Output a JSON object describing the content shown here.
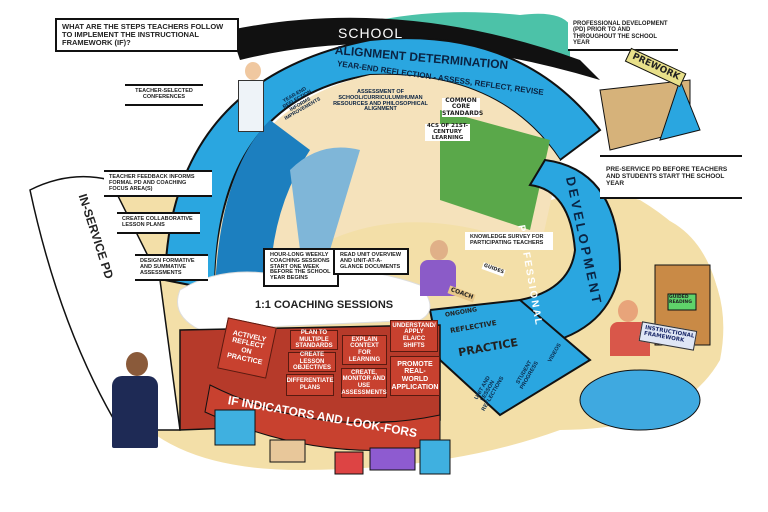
{
  "question": "WHAT ARE THE STEPS TEACHERS FOLLOW TO IMPLEMENT THE INSTRUCTIONAL FRAMEWORK (IF)?",
  "school": {
    "label": "SCHOOL",
    "title": "ALIGNMENT DETERMINATION",
    "subtitle": "YEAR-END REFLECTION - ASSESS, REFLECT, REVISE",
    "assessment": "ASSESSMENT OF SCHOOL/CURRICULUM/HUMAN RESOURCES AND PHILOSOPHICAL ALIGNMENT",
    "year_end": "YEAR-END REFLECTION INFORMS IMPROVEMENTS",
    "common_core": "COMMON CORE STANDARDS",
    "four_cs": "4Cs OF 21st-CENTURY LEARNING"
  },
  "professional_development": {
    "prior_note": "PROFESSIONAL DEVELOPMENT (PD) PRIOR TO AND THROUGHOUT THE SCHOOL YEAR",
    "prework_sign": "PREWORK",
    "pre_service_note": "PRE-SERVICE PD BEFORE TEACHERS AND STUDENTS START THE SCHOOL YEAR",
    "arc_label_1": "PROFESSIONAL",
    "arc_label_2": "DEVELOPMENT",
    "knowledge_survey": "KNOWLEDGE SURVEY FOR PARTICIPATING TEACHERS",
    "book_guides": "GUIDES",
    "book_coach": "COACH"
  },
  "in_service": {
    "label": "IN-SERVICE PD",
    "steps": [
      "TEACHER-SELECTED CONFERENCES",
      "TEACHER FEEDBACK INFORMS FORMAL PD AND COACHING FOCUS AREA(S)",
      "CREATE COLLABORATIVE LESSON PLANS",
      "DESIGN FORMATIVE AND SUMMATIVE ASSESSMENTS"
    ]
  },
  "coaching": {
    "label": "1:1 COACHING SESSIONS",
    "notes": [
      "HOUR-LONG WEEKLY COACHING SESSIONS START ONE WEEK BEFORE THE SCHOOL YEAR BEGINS",
      "READ UNIT OVERVIEW AND UNIT-AT-A-GLANCE DOCUMENTS"
    ]
  },
  "bricks": {
    "reflect": "ACTIVELY REFLECT ON PRACTICE",
    "plan": "PLAN TO MULTIPLE STANDARDS",
    "objectives": "CREATE LESSON OBJECTIVES",
    "differentiate": "DIFFERENTIATE PLANS",
    "explain": "EXPLAIN CONTEXT FOR LEARNING",
    "assess": "CREATE, MONITOR AND USE ASSESSMENTS",
    "shifts": "UNDERSTAND/ APPLY ELA/CC SHIFTS",
    "real_world": "PROMOTE REAL-WORLD APPLICATION",
    "banner": "IF INDICATORS AND LOOK-FORS"
  },
  "reflective_practice": {
    "ongoing": "ONGOING",
    "reflective": "REFLECTIVE",
    "practice": "PRACTICE",
    "segments": [
      "UNIT AND LESSON REFLECTIONS",
      "STUDENT PROGRESS",
      "VIDEOS"
    ]
  },
  "meeting": {
    "framework_doc": "INSTRUCTIONAL FRAMEWORK",
    "shelf_book_1": "GUIDED READING"
  },
  "colors": {
    "blue": "#2aa6e0",
    "dark_blue": "#1c7fbf",
    "brick": "#c8412f",
    "sand": "#f3dfa8",
    "black": "#111111"
  }
}
